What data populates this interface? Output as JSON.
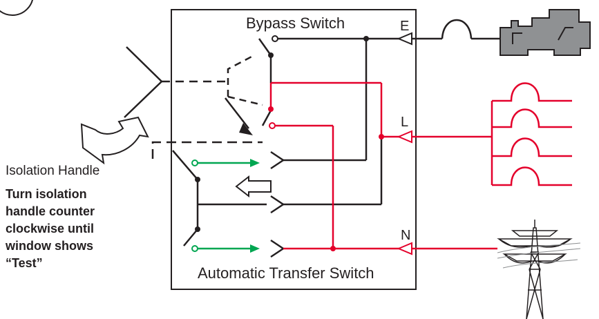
{
  "labels": {
    "bypass_switch": "Bypass Switch",
    "ats": "Automatic Transfer Switch",
    "terminal_e": "E",
    "terminal_l": "L",
    "terminal_n": "N",
    "isolation_handle": "Isolation Handle"
  },
  "instruction": {
    "lines": [
      "Turn isolation",
      "handle counter",
      "clockwise until",
      "window shows",
      "“Test”"
    ]
  },
  "colors": {
    "load_wire": "#e4002b",
    "arrow_green": "#00a651",
    "line": "#231f20"
  },
  "icons": [
    "generator-icon",
    "load-icon",
    "utility-tower-icon",
    "rotate-arrow-icon",
    "hollow-arrow-icon"
  ]
}
